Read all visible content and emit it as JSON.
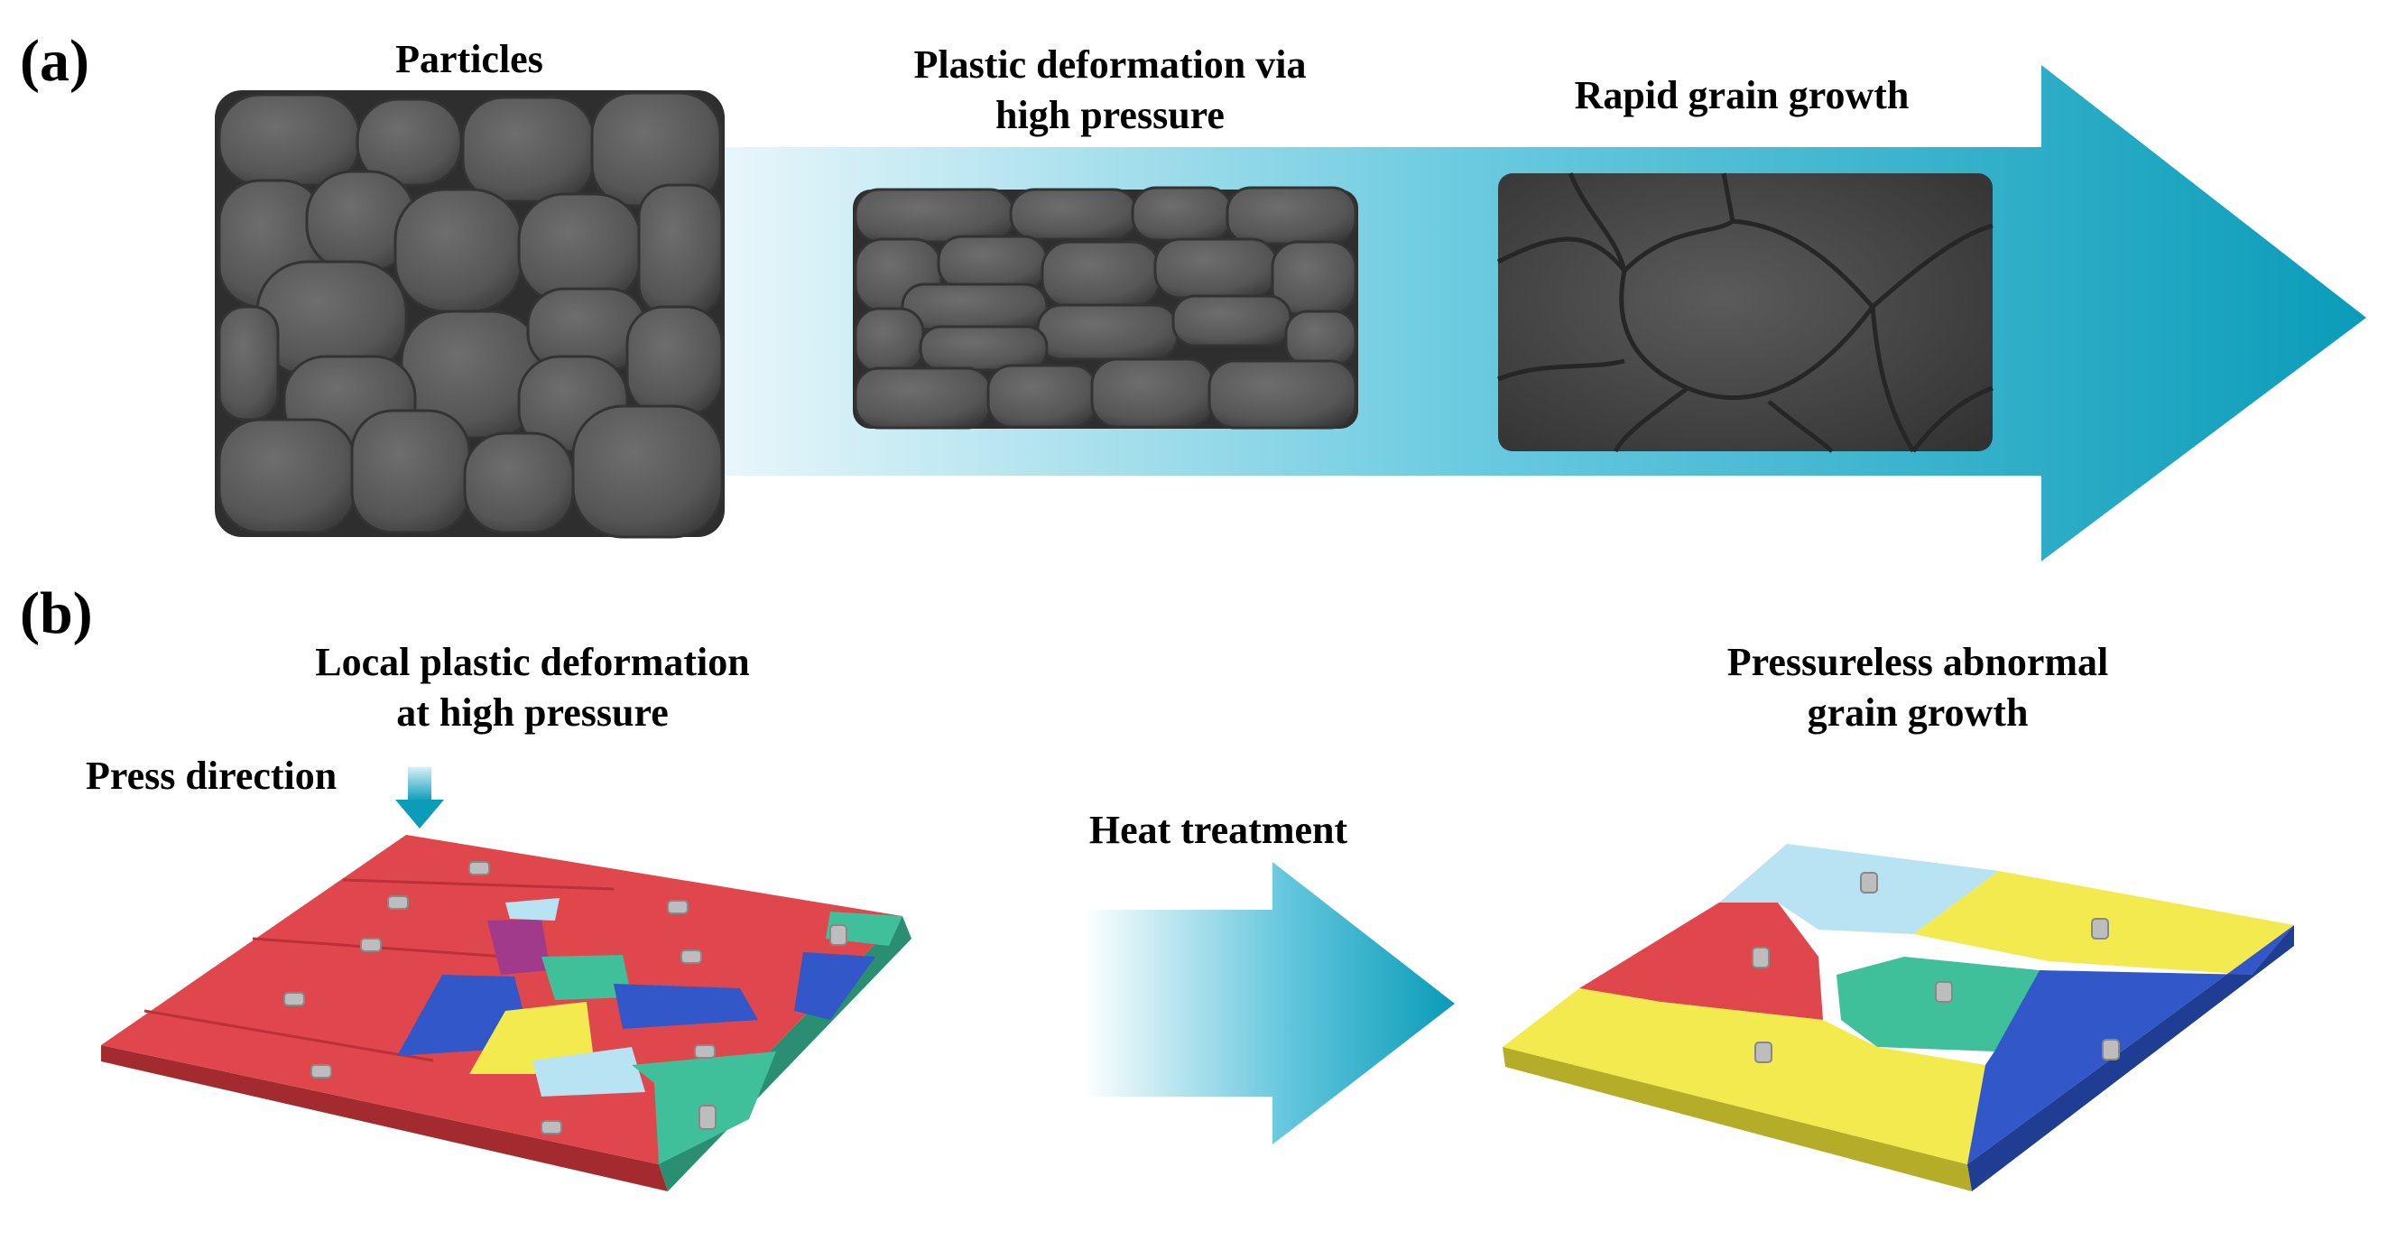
{
  "panel_a": {
    "label": "(a)",
    "steps": [
      {
        "title": "Particles"
      },
      {
        "title_line1": "Plastic deformation via",
        "title_line2": "high pressure"
      },
      {
        "title": "Rapid grain growth"
      }
    ]
  },
  "panel_b": {
    "label": "(b)",
    "left_title_line1": "Local plastic deformation",
    "left_title_line2": "at high pressure",
    "press_label": "Press direction",
    "arrow_label": "Heat treatment",
    "right_title_line1": "Pressureless abnormal",
    "right_title_line2": "grain growth"
  },
  "colors": {
    "arrow_dark": "#0b9fbb",
    "arrow_light": "#e6f6fa",
    "particle": "#595959",
    "particle_dark": "#3c3c3c",
    "grain_red": "#e0474c",
    "grain_yellow": "#f2ea4f",
    "grain_blue": "#3157c9",
    "grain_green": "#3fbf9a",
    "grain_lightblue": "#b7e3f3",
    "grain_magenta": "#a23a8c"
  }
}
